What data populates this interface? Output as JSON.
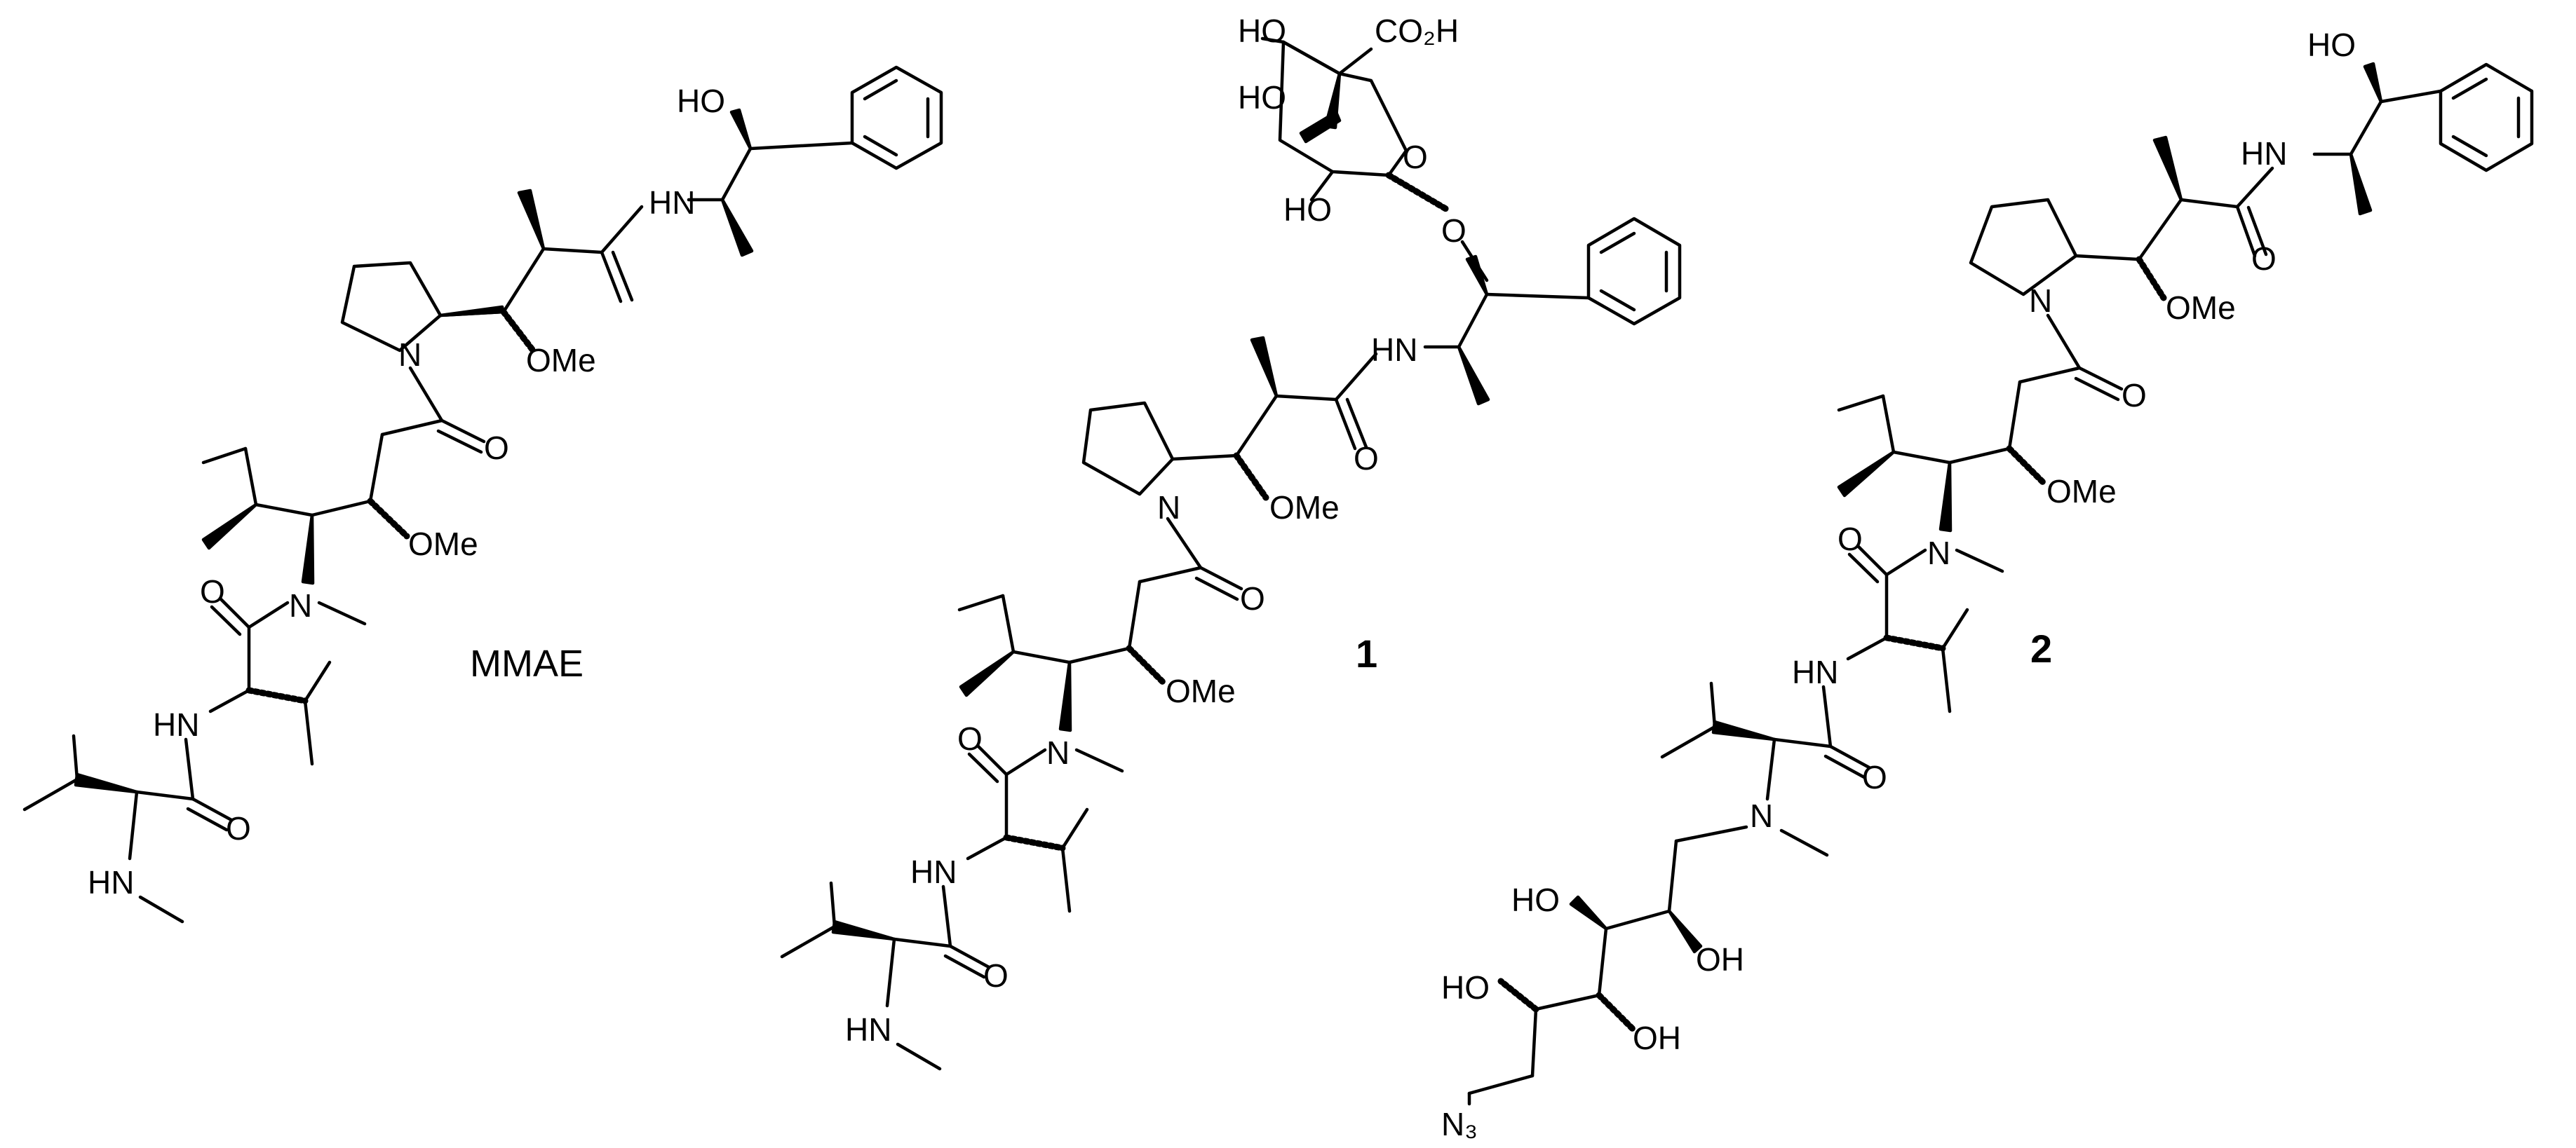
{
  "figure": {
    "compounds": [
      {
        "label": "MMAE",
        "atom_labels": [
          "HO",
          "HN",
          "OMe",
          "N",
          "O",
          "OMe",
          "O",
          "N",
          "HN",
          "O",
          "HN"
        ]
      },
      {
        "label": "1",
        "atom_labels": [
          "HO",
          "CO₂H",
          "HO",
          "O",
          "HO",
          "O",
          "HN",
          "N",
          "O",
          "OMe",
          "O",
          "OMe",
          "O",
          "N",
          "HN",
          "O",
          "HN"
        ]
      },
      {
        "label": "2",
        "atom_labels": [
          "HO",
          "HN",
          "O",
          "N",
          "OMe",
          "O",
          "OMe",
          "O",
          "N",
          "HN",
          "O",
          "N",
          "HO",
          "OH",
          "HO",
          "OH",
          "N₃"
        ]
      }
    ]
  }
}
